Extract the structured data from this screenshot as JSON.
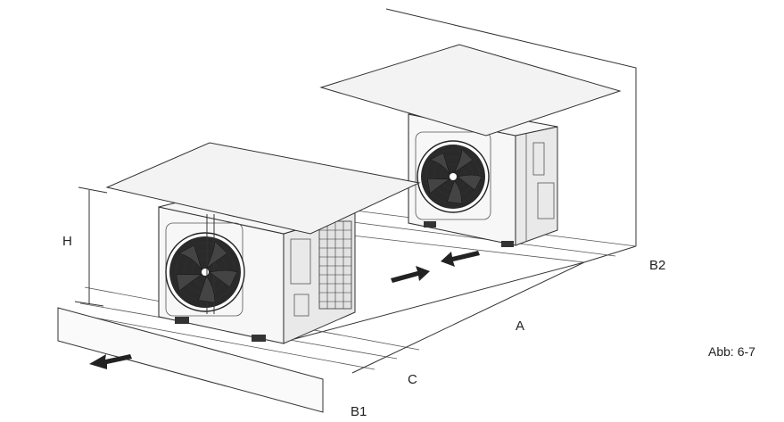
{
  "figure_caption": "Abb: 6-7",
  "labels": {
    "h": "H",
    "a": "A",
    "b1": "B1",
    "b2": "B2",
    "c": "C"
  },
  "icons": {
    "unit_front": "outdoor-ac-unit",
    "unit_back": "outdoor-ac-unit",
    "airflow_arrow": "black-arrow"
  }
}
